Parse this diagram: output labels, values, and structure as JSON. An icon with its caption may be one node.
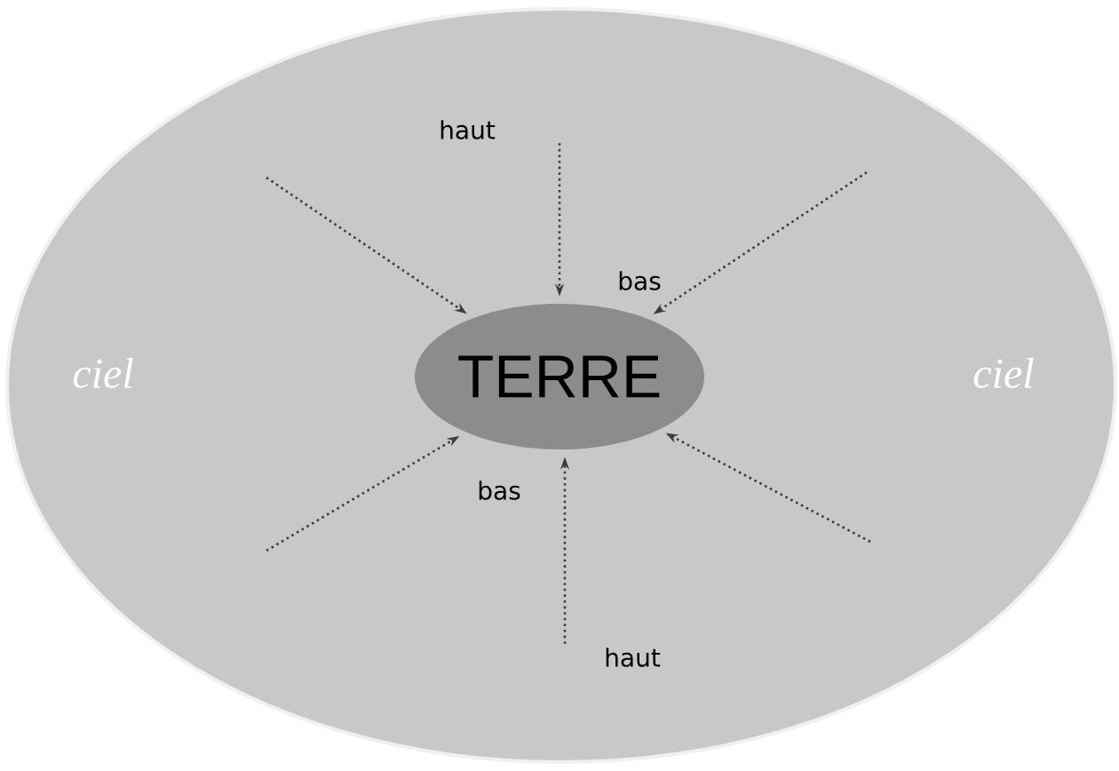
{
  "diagram": {
    "nodes": [
      {
        "text": [
          "ciel",
          "ciel"
        ]
      },
      {
        "text": [
          "haut"
        ],
        "in": 0
      },
      {
        "text": [
          "TERRE"
        ],
        "in": 0
      },
      {
        "text": [
          "haut"
        ],
        "in": 0
      }
    ],
    "edges": [
      {
        "from": 1,
        "to": 2,
        "arrow": "to",
        "style": "dashed"
      },
      {
        "from": 3,
        "to": 2,
        "arrow": "to",
        "style": "dashed"
      },
      {
        "from": null,
        "to": 2,
        "arrow": "to",
        "style": "dashed"
      },
      {
        "from": null,
        "to": 2,
        "arrow": "to",
        "style": "dashed"
      },
      {
        "from": null,
        "to": 2,
        "arrow": "to",
        "style": "dashed"
      },
      {
        "from": null,
        "to": 2,
        "arrow": "to",
        "style": "dashed"
      }
    ],
    "labels": [
      "bas",
      "bas"
    ]
  }
}
